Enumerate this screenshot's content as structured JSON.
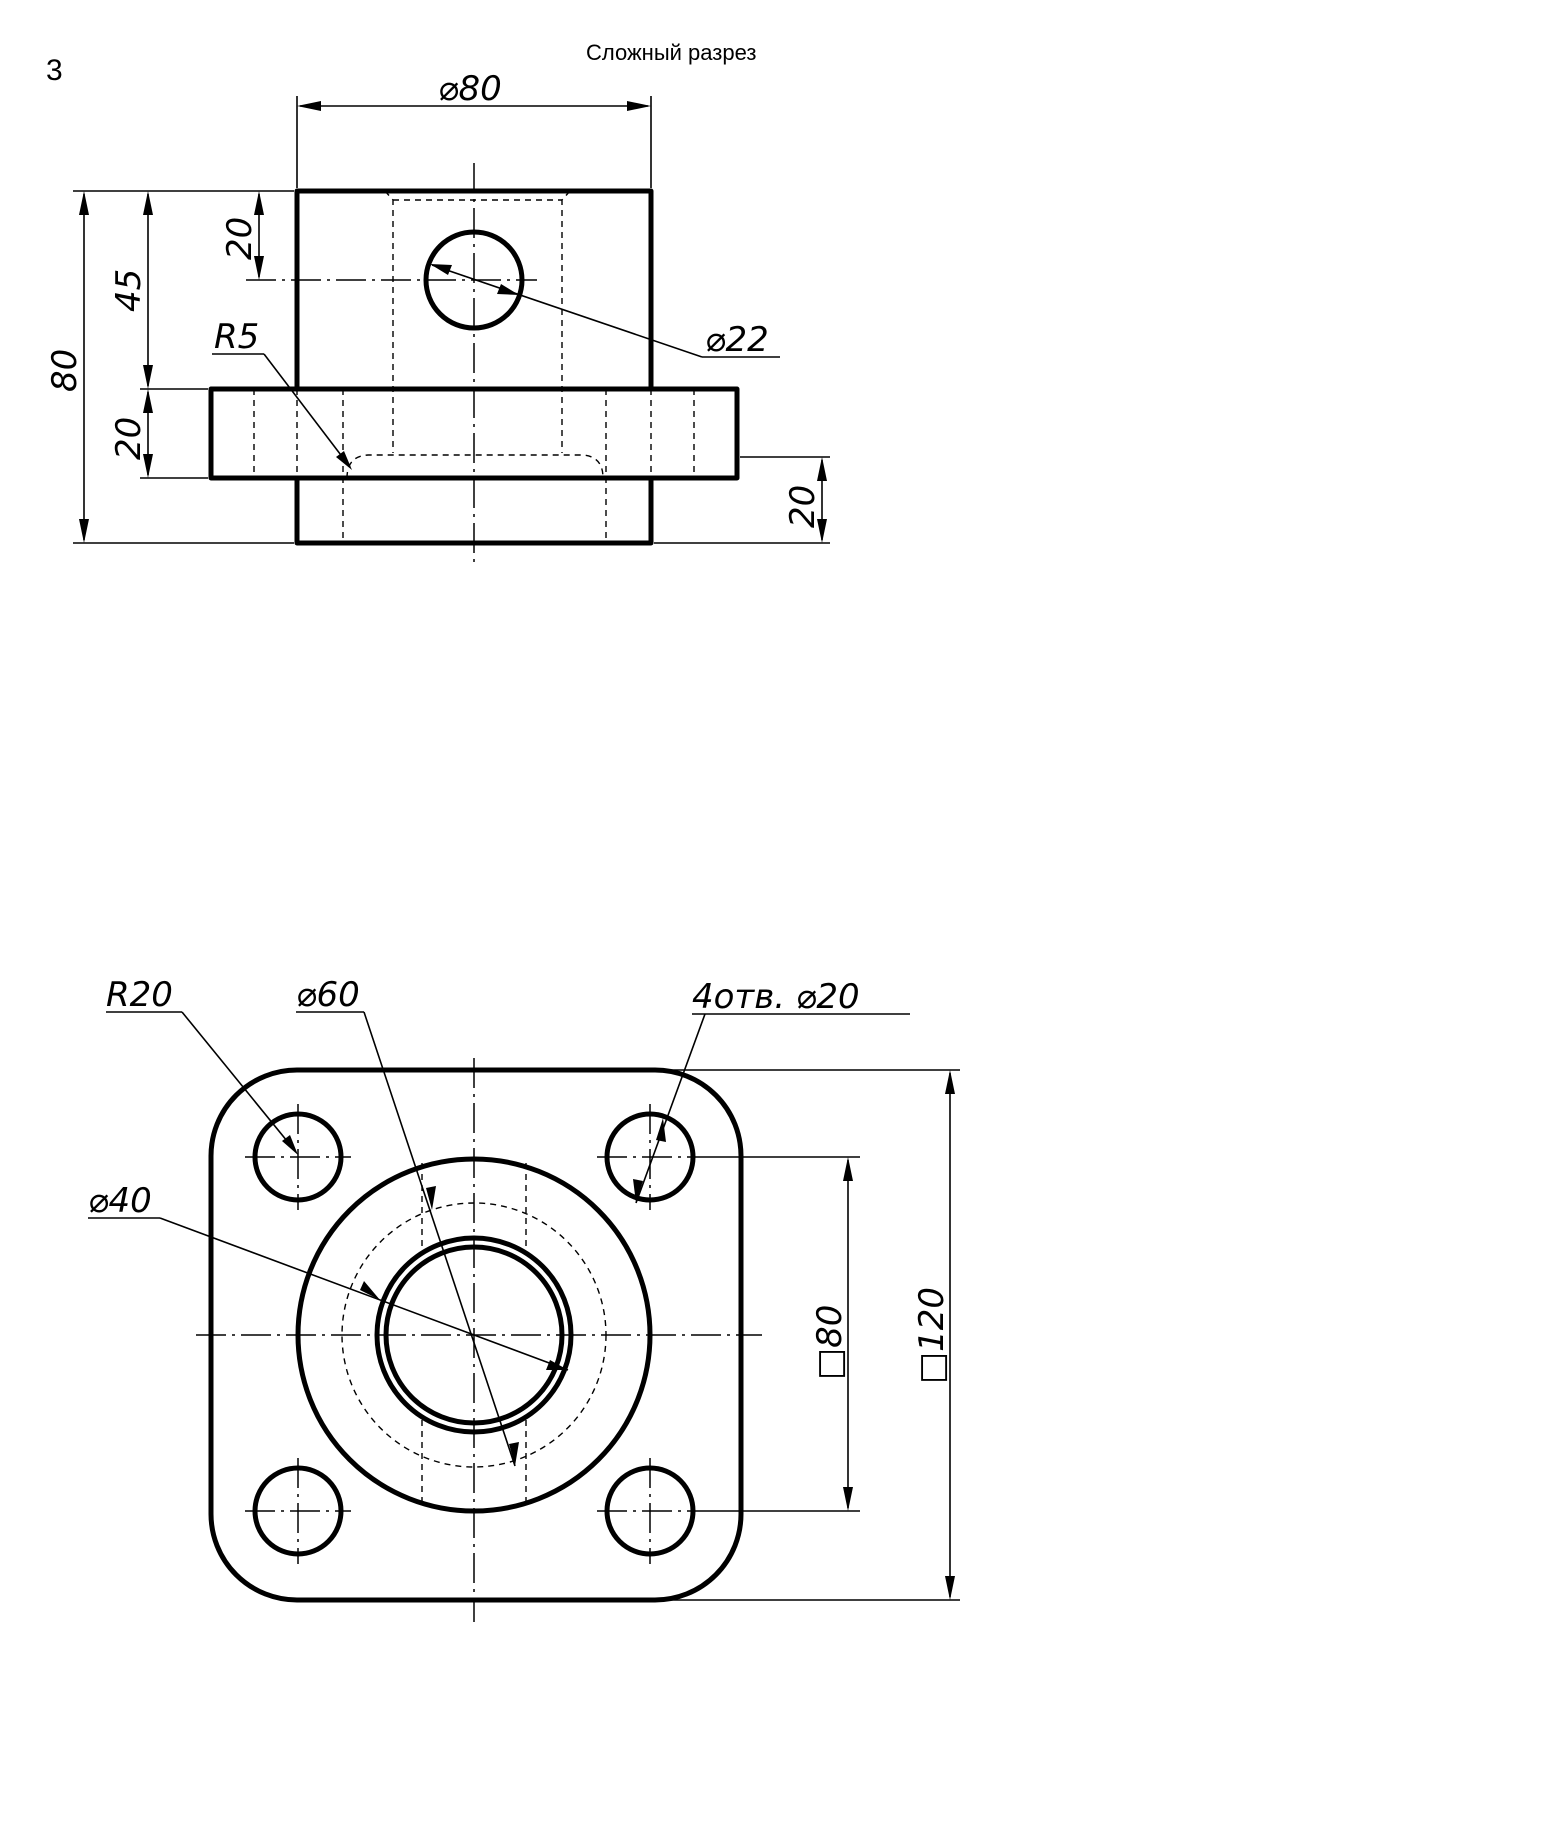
{
  "page_number": "3",
  "title": "Сложный разрез",
  "front_view": {
    "dims": {
      "dia80": "⌀80",
      "dia22": "⌀22",
      "h20_top": "20",
      "h45": "45",
      "h80": "80",
      "r5": "R5",
      "h20_flange": "20",
      "h20_right": "20"
    }
  },
  "top_view": {
    "dims": {
      "r20": "R20",
      "dia60": "⌀60",
      "holes": "4отв. ⌀20",
      "dia40": "⌀40",
      "sq80": "□80",
      "sq120": "□120"
    }
  }
}
